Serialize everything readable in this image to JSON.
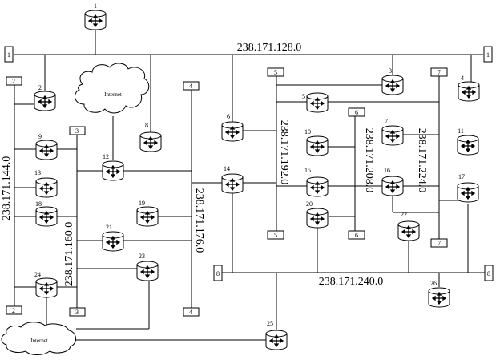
{
  "networks": {
    "n128": "238.171.128.0",
    "n144": "238.171.144.0",
    "n160": "238.171.160.0",
    "n176": "238.171.176.0",
    "n192": "238.171.192.0",
    "n208": "238.171.208.0",
    "n224": "238.171.224.0",
    "n240": "238.171.240.0"
  },
  "clouds": {
    "top": "Internet",
    "bottom": "Internet"
  },
  "terminators": {
    "t1l": "1",
    "t1r": "1",
    "t2t": "2",
    "t2b": "2",
    "t3t": "3",
    "t3b": "3",
    "t4t": "4",
    "t4b": "4",
    "t5t": "5",
    "t5b": "5",
    "t6t": "6",
    "t6b": "6",
    "t7t": "7",
    "t7b": "7",
    "t8l": "8",
    "t8r": "8"
  },
  "routers": {
    "r1": "1",
    "r2": "2",
    "r3": "3",
    "r4": "4",
    "r5": "5",
    "r6": "6",
    "r7": "7",
    "r8": "8",
    "r9": "9",
    "r10": "10",
    "r11": "11",
    "r12": "12",
    "r13": "13",
    "r14": "14",
    "r15": "15",
    "r16": "16",
    "r17": "17",
    "r18": "18",
    "r19": "19",
    "r20": "20",
    "r21": "21",
    "r22": "22",
    "r23": "23",
    "r24": "24",
    "r25": "25",
    "r26": "26"
  }
}
